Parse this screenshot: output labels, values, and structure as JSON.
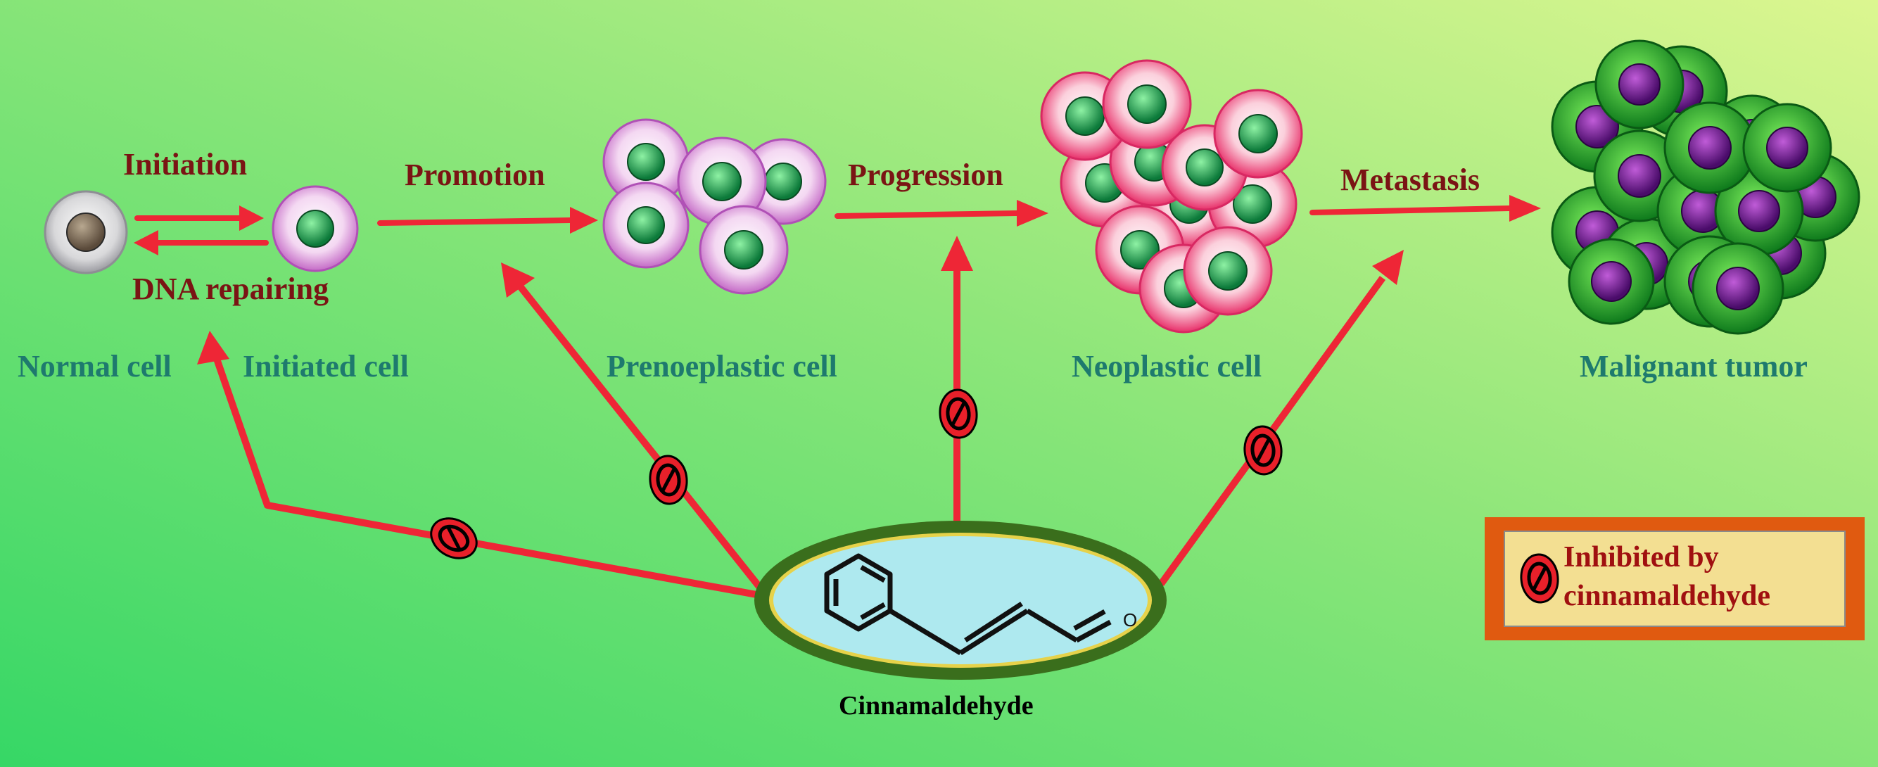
{
  "colors": {
    "background_left": "#3fdc6a",
    "background_right": "#d8f48a",
    "arrow": "#ee2636",
    "stage_text": "#7a1414",
    "cell_text": "#1e7a6e",
    "inhibit_fill": "#e8202a",
    "legend_border": "#e05a10",
    "legend_fill": "#f3df92",
    "compound_ring": "#2f6a1a",
    "compound_fill": "#aee9ef"
  },
  "stages": {
    "initiation": "Initiation",
    "dna_repairing": "DNA repairing",
    "promotion": "Promotion",
    "progression": "Progression",
    "metastasis": "Metastasis"
  },
  "cells": {
    "normal": "Normal cell",
    "initiated": "Initiated cell",
    "prenoeplastic": "Prenoeplastic cell",
    "neoplastic": "Neoplastic cell",
    "malignant": "Malignant tumor"
  },
  "compound": {
    "name": "Cinnamaldehyde",
    "atom_o": "O"
  },
  "legend": {
    "line1": "Inhibited by",
    "line2": "cinnamaldehyde",
    "icon": "inhibit-icon"
  }
}
